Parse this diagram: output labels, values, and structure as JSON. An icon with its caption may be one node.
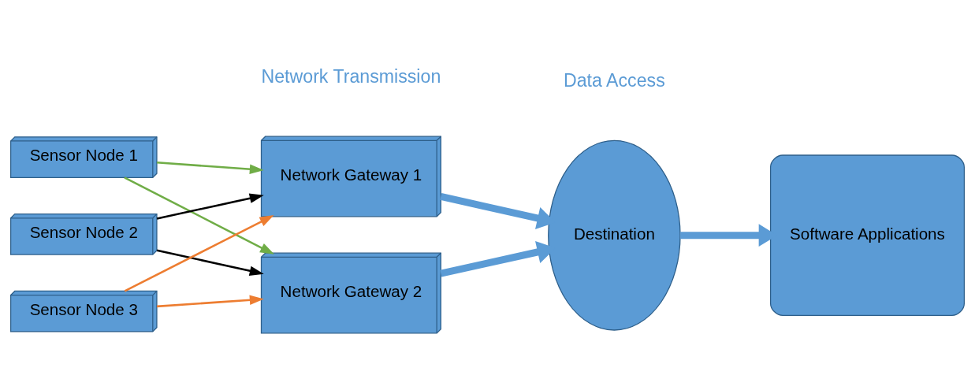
{
  "diagram": {
    "nodes": [
      {
        "text": [
          "Sensor Node 1"
        ]
      },
      {
        "text": [
          "Sensor Node 2"
        ]
      },
      {
        "text": [
          "Sensor Node 3"
        ]
      },
      {
        "text": [
          "Network Gateway 1"
        ]
      },
      {
        "text": [
          "Network Gateway 2"
        ]
      },
      {
        "text": [
          "Destination"
        ]
      },
      {
        "text": [
          "Software Applications"
        ]
      }
    ],
    "edges": [
      {
        "from": 0,
        "to": 3,
        "arrow": "to",
        "color": "#70ad47"
      },
      {
        "from": 0,
        "to": 4,
        "arrow": "to",
        "color": "#70ad47"
      },
      {
        "from": 1,
        "to": 3,
        "arrow": "to",
        "color": "#000000"
      },
      {
        "from": 1,
        "to": 4,
        "arrow": "to",
        "color": "#000000"
      },
      {
        "from": 2,
        "to": 3,
        "arrow": "to",
        "color": "#ed7d31"
      },
      {
        "from": 2,
        "to": 4,
        "arrow": "to",
        "color": "#ed7d31"
      },
      {
        "from": 3,
        "to": 5,
        "arrow": "to",
        "style": "thick",
        "color": "#5b9bd5"
      },
      {
        "from": 4,
        "to": 5,
        "arrow": "to",
        "style": "thick",
        "color": "#5b9bd5"
      },
      {
        "from": 5,
        "to": 6,
        "arrow": "to",
        "style": "thick",
        "color": "#5b9bd5"
      }
    ],
    "labels": [
      "Network Transmission",
      "Data Access"
    ]
  }
}
